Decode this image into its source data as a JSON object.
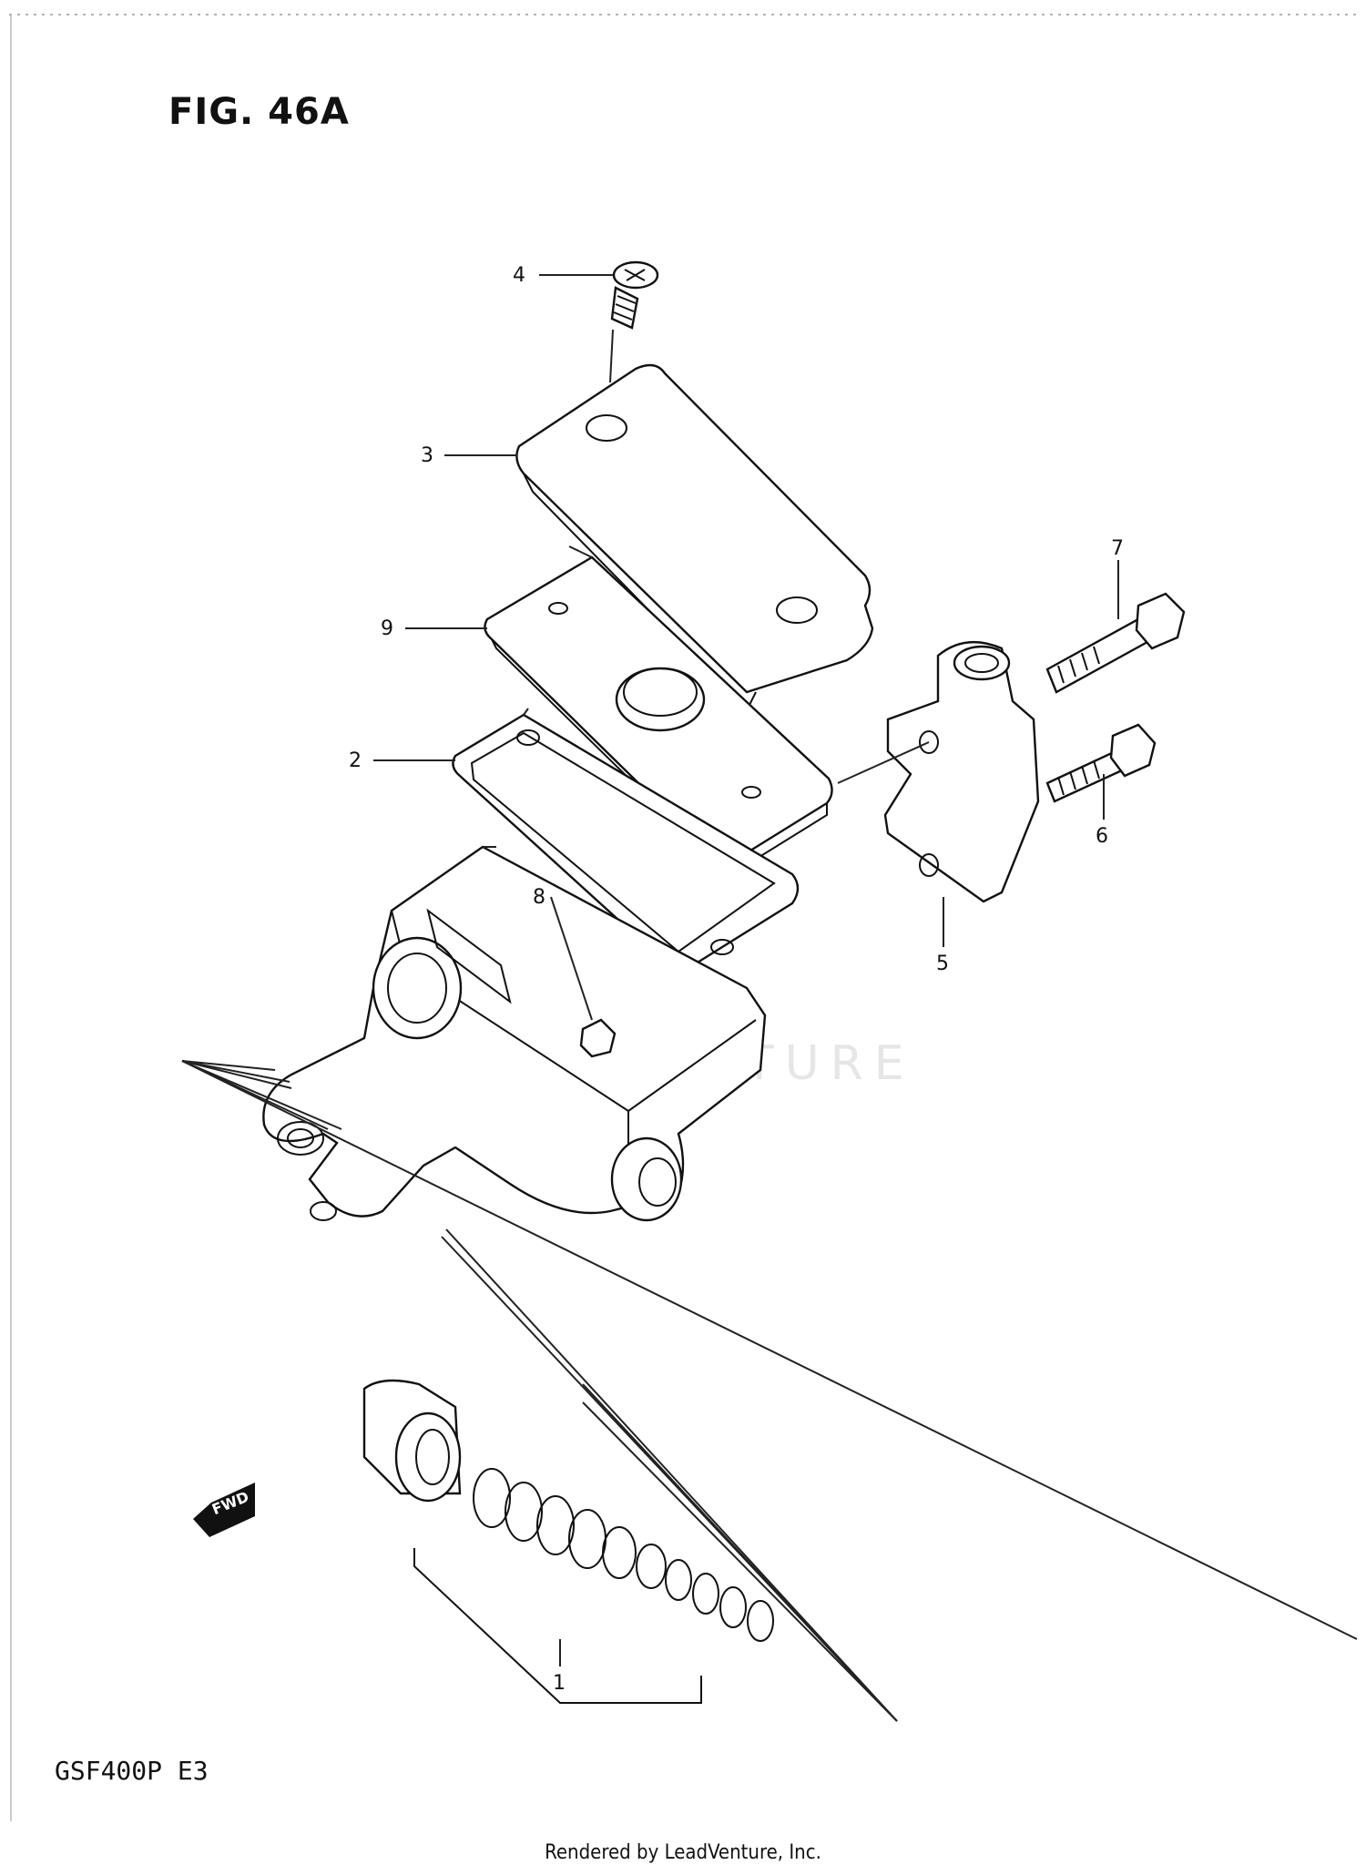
{
  "figure": {
    "title": "FIG. 46A"
  },
  "model": {
    "label": "GSF400P  E3"
  },
  "footer": {
    "text": "Rendered by LeadVenture, Inc."
  },
  "watermark": {
    "text": "LEADVENTURE"
  },
  "fwd_badge": {
    "text": "FWD"
  },
  "callouts": [
    {
      "id": "4",
      "label": "4"
    },
    {
      "id": "3",
      "label": "3"
    },
    {
      "id": "9",
      "label": "9"
    },
    {
      "id": "2",
      "label": "2"
    },
    {
      "id": "8",
      "label": "8"
    },
    {
      "id": "7",
      "label": "7"
    },
    {
      "id": "6",
      "label": "6"
    },
    {
      "id": "5",
      "label": "5"
    },
    {
      "id": "1",
      "label": "1"
    }
  ]
}
